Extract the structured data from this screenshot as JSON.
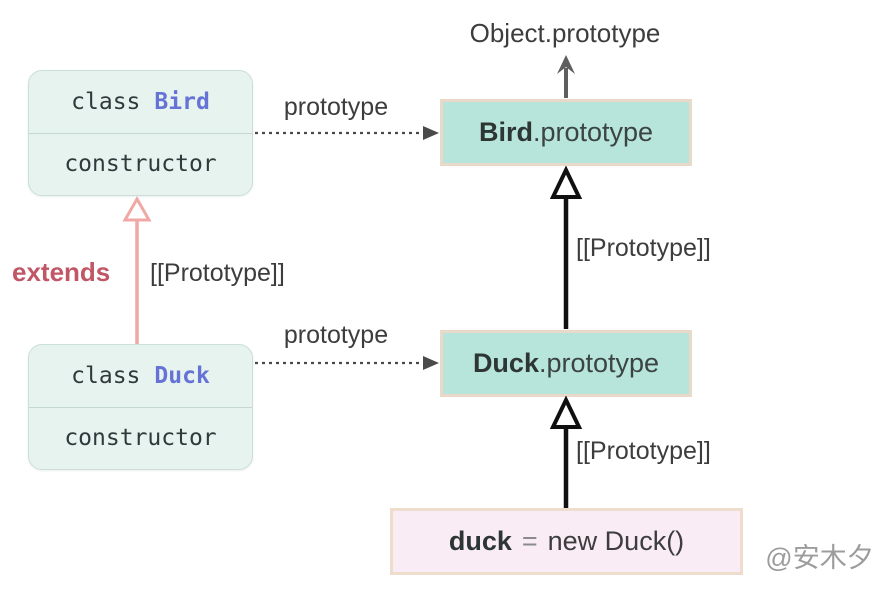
{
  "labels": {
    "object_prototype": "Object.prototype",
    "prototype_top": "prototype",
    "prototype_bottom": "prototype",
    "extends": "extends",
    "prototype_internal_left": "[[Prototype]]",
    "prototype_internal_middle": "[[Prototype]]",
    "prototype_internal_bottom": "[[Prototype]]"
  },
  "class_bird": {
    "keyword": "class",
    "name": "Bird",
    "member": "constructor"
  },
  "class_duck": {
    "keyword": "class",
    "name": "Duck",
    "member": "constructor"
  },
  "bird_prototype": {
    "object": "Bird",
    "suffix": ".prototype"
  },
  "duck_prototype": {
    "object": "Duck",
    "suffix": ".prototype"
  },
  "duck_instance": {
    "variable": "duck",
    "operator": "=",
    "expression": "new Duck()"
  },
  "watermark": "@安木夕",
  "colors": {
    "class_box_fill": "#e6f3ef",
    "class_box_border": "#ccdedb",
    "class_name_text": "#6673d6",
    "prototype_box_fill": "#b7e5db",
    "prototype_box_border": "#e9d9c8",
    "instance_box_fill": "#f9ecf4",
    "instance_box_border": "#eedccd",
    "extends_text": "#c05666",
    "extends_arrow": "#efa8a3",
    "prototype_chain_arrow": "#101010",
    "object_prototype_arrow": "#5e5e5e",
    "dashed_arrow": "#4a4a4a",
    "label_text": "#3d3d3d",
    "watermark_text": "#9c9c9c"
  }
}
